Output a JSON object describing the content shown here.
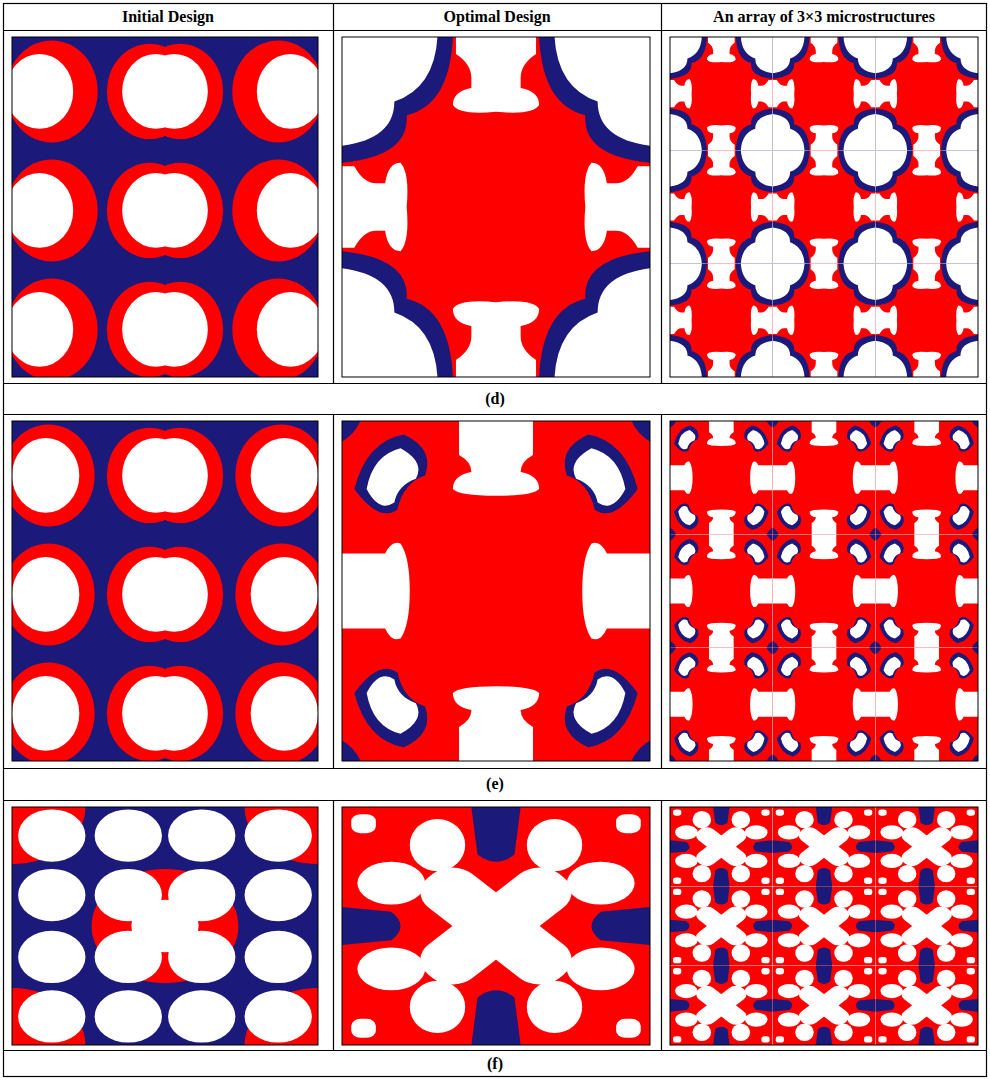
{
  "diagram": {
    "labels": [
      "Initial Design",
      "Optimal Design",
      "An array of 3×3 microstructures",
      "(d)",
      "(e)",
      "(f)"
    ]
  }
}
